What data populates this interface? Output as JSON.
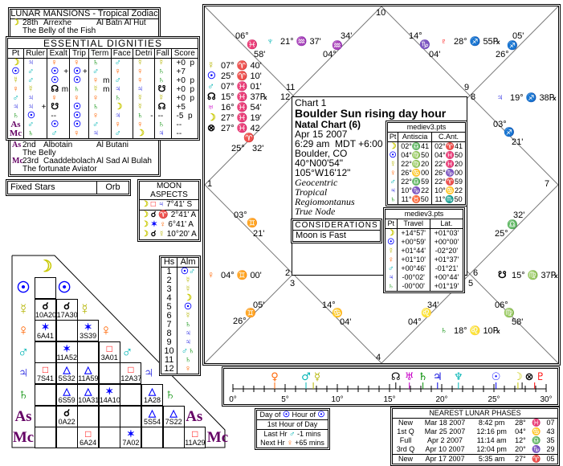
{
  "glyphs": {
    "moon": "☽",
    "sun": "☉",
    "mercury": "☿",
    "venus": "♀",
    "mars": "♂",
    "jupiter": "♃",
    "saturn": "♄",
    "uranus": "♅",
    "neptune": "♆",
    "pluto": "♇",
    "node": "☊",
    "snode": "☋",
    "fortune": "⊗",
    "as": "As",
    "mc": "Mc",
    "conj": "☌",
    "square": "□",
    "sextile": "✶",
    "trine": "△"
  },
  "colors": {
    "moon": "#c8c800",
    "sun": "#0000ff",
    "mercury": "#b4b400",
    "venus": "#ff6400",
    "mars": "#00b4b4",
    "jupiter": "#0000dc",
    "saturn": "#008c00",
    "uranus": "#c800c8",
    "neptune": "#00b4b4",
    "pluto": "#ff0000",
    "node": "#000000",
    "snode": "#000000",
    "fortune": "#000000",
    "as": "#640064",
    "mc": "#640064",
    "conj": "#000000",
    "square": "#ff0000",
    "sextile": "#0000ff",
    "trine": "#0000ff"
  },
  "lunar_mansions": {
    "title": "LUNAR MANSIONS - Tropical Zodiac",
    "rows": [
      {
        "pt": "moon",
        "num": "28th",
        "name": "Arrexhe",
        "arabic": "Al Batn Al Hut",
        "meaning": "The Belly of the Fish"
      },
      {
        "pt": "as",
        "num": "2nd",
        "name": "Albotain",
        "arabic": "Al Butani",
        "meaning": "The Belly"
      },
      {
        "pt": "mc",
        "num": "23rd",
        "name": "Caaddebolach",
        "arabic": "Al Sad Al Bulah",
        "meaning": "The fortunate Aviator"
      }
    ]
  },
  "dignities": {
    "title": "ESSENTIAL DIGNITIES",
    "headers": [
      "Pt",
      "Ruler",
      "Exalt",
      "Trip",
      "Term",
      "Face",
      "Detri",
      "Fall",
      "Score"
    ],
    "rows": [
      {
        "pt": "moon",
        "cells": [
          "jupiter",
          "venus",
          "venus",
          "saturn",
          "mars",
          "mercury",
          "mercury"
        ],
        "marks": [
          "",
          "",
          "",
          "",
          "",
          "",
          ""
        ],
        "score": "+0  p"
      },
      {
        "pt": "sun",
        "cells": [
          "mars",
          "sun",
          "sun",
          "mars",
          "venus",
          "venus",
          "saturn"
        ],
        "marks": [
          "",
          "+",
          "+",
          "",
          "",
          "",
          ""
        ],
        "score": "+7"
      },
      {
        "pt": "mercury",
        "cells": [
          "mars",
          "sun",
          "sun",
          "venus",
          "mars",
          "venus",
          "saturn"
        ],
        "marks": [
          "",
          "",
          "",
          "m",
          "",
          "",
          ""
        ],
        "score": "+0  p"
      },
      {
        "pt": "venus",
        "cells": [
          "mercury",
          "node",
          "saturn",
          "mercury",
          "jupiter",
          "jupiter",
          "snode"
        ],
        "marks": [
          "",
          "m",
          "",
          "m",
          "",
          "",
          ""
        ],
        "score": "+0  p"
      },
      {
        "pt": "mars",
        "cells": [
          "jupiter",
          "venus",
          "venus",
          "venus",
          "saturn",
          "mercury",
          "mercury"
        ],
        "marks": [
          "",
          "",
          "",
          "",
          "",
          "",
          ""
        ],
        "score": "+0  p"
      },
      {
        "pt": "jupiter",
        "cells": [
          "jupiter",
          "snode",
          "sun",
          "saturn",
          "moon",
          "mercury",
          "node"
        ],
        "marks": [
          "+",
          "",
          "",
          "",
          "",
          "",
          ""
        ],
        "score": "+5"
      },
      {
        "pt": "saturn",
        "cells": [
          "sun",
          "--",
          "sun",
          "venus",
          "jupiter",
          "saturn",
          "--"
        ],
        "marks": [
          "",
          "",
          "",
          "",
          "",
          "-",
          ""
        ],
        "score": "-5  p"
      },
      {
        "pt": "as",
        "cells": [
          "mars",
          "sun",
          "sun",
          "mars",
          "venus",
          "venus",
          "saturn"
        ],
        "marks": [
          "",
          "",
          "",
          "",
          "",
          "",
          ""
        ],
        "score": "--"
      },
      {
        "pt": "mc",
        "cells": [
          "saturn",
          "mars",
          "venus",
          "jupiter",
          "mars",
          "moon",
          "jupiter"
        ],
        "marks": [
          "",
          "",
          "",
          "",
          "",
          "",
          ""
        ],
        "score": "--"
      }
    ]
  },
  "fixed_stars": {
    "label": "Fixed Stars",
    "orb": "Orb"
  },
  "moon_aspects": {
    "title": "MOON ASPECTS",
    "rows": [
      {
        "asp": "square",
        "pt": "jupiter",
        "val": "7°41' S"
      },
      {
        "asp": "conj",
        "pt": "aries",
        "sign": "♈",
        "val": "2°41' A"
      },
      {
        "asp": "sextile",
        "pt": "venus",
        "val": "6°41' A"
      },
      {
        "asp": "conj",
        "pt": "mercury",
        "val": "10°20' A"
      }
    ]
  },
  "chart": {
    "houses": [
      "1",
      "2",
      "3",
      "4",
      "5",
      "6",
      "7",
      "8",
      "9",
      "10",
      "11",
      "12"
    ],
    "cusps": {
      "c11": [
        "06°",
        "♓",
        "58'"
      ],
      "c10": [
        "04°",
        "♒",
        "34'"
      ],
      "c10b": [
        "14°",
        "♑",
        "04'"
      ],
      "c9": [
        "26°",
        "♐",
        "05'"
      ],
      "c8": [
        "03°",
        "♐",
        "21'"
      ],
      "c12": [
        "25°",
        "♈",
        "32'"
      ],
      "c2": [
        "03°",
        "♊",
        "21'"
      ],
      "c3": [
        "26°",
        "♊",
        "05'"
      ],
      "c4": [
        "14°",
        "♋",
        "04'"
      ],
      "c5": [
        "04°",
        "♌",
        "34'"
      ],
      "c6": [
        "06°",
        "♍",
        "58'"
      ],
      "c7": [
        "25°",
        "♎",
        "32'"
      ]
    },
    "planets": [
      {
        "pt": "neptune",
        "pos": "21° ♒ 37'"
      },
      {
        "pt": "pluto",
        "pos": "28° ♐ 55℞"
      },
      {
        "pt": "mercury",
        "pos": "07° ♈ 40'"
      },
      {
        "pt": "sun",
        "pos": "25° ♈ 10'"
      },
      {
        "pt": "mars",
        "pos": "07° ♓ 01'"
      },
      {
        "pt": "node",
        "pos": "15° ♓ 37℞"
      },
      {
        "pt": "uranus",
        "pos": "16° ♓ 54'"
      },
      {
        "pt": "moon",
        "pos": "27° ♓ 19'"
      },
      {
        "pt": "fortune",
        "pos": "27° ♓ 42"
      },
      {
        "pt": "jupiter",
        "pos": "19° ♐ 38℞"
      },
      {
        "pt": "venus",
        "pos": "04° ♊ 00'"
      },
      {
        "pt": "snode",
        "pos": "15° ♍ 37℞"
      },
      {
        "pt": "saturn",
        "pos": "18° ♌ 10℞"
      }
    ]
  },
  "info": {
    "chart_no": "Chart 1",
    "title": "Boulder Sun rising day hour",
    "subtitle": "Natal Chart (6)",
    "date": "Apr 15 2007",
    "time": "6:29 am  MDT +6:00",
    "place": "Boulder, CO",
    "coords": "40°N00'54\" 105°W16'12\"",
    "lines": [
      "Geocentric",
      "Tropical",
      "Regiomontanus",
      "True Node"
    ]
  },
  "considerations": {
    "title": "CONSIDERATIONS",
    "items": [
      "Moon is Fast"
    ]
  },
  "antiscia": {
    "title": "mediev3.pts",
    "headers": [
      "Pt",
      "Antiscia",
      "C.Ant."
    ],
    "rows": [
      [
        "moon",
        "02°♎41",
        "02°♈41"
      ],
      [
        "sun",
        "04°♍50",
        "04°♓50"
      ],
      [
        "mercury",
        "22°♍20",
        "22°♓20"
      ],
      [
        "venus",
        "26°♋00",
        "26°♑00"
      ],
      [
        "mars",
        "22°♎59",
        "22°♈59"
      ],
      [
        "jupiter",
        "10°♑22",
        "10°♋22"
      ],
      [
        "saturn",
        "11°♉50",
        "11°♏50"
      ]
    ]
  },
  "travel": {
    "title": "mediev3.pts",
    "headers": [
      "Pt",
      "Travel",
      "Lat."
    ],
    "rows": [
      [
        "moon",
        "+14°57'",
        "+01°03'"
      ],
      [
        "sun",
        "+00°59'",
        "+00°00'"
      ],
      [
        "mercury",
        "+01°44'",
        "-02°20'"
      ],
      [
        "venus",
        "+01°10'",
        "+01°37'"
      ],
      [
        "mars",
        "+00°46'",
        "-01°21'"
      ],
      [
        "jupiter",
        "-00°02'",
        "+00°44'"
      ],
      [
        "saturn",
        "-00°00'",
        "+01°19'"
      ]
    ]
  },
  "aspect_grid": {
    "labels": [
      "moon",
      "sun",
      "mercury",
      "venus",
      "mars",
      "jupiter",
      "saturn",
      "as",
      "mc"
    ],
    "rows": [
      [
        [
          "",
          ""
        ]
      ],
      [
        [
          "conj",
          "10A20"
        ],
        [
          "conj",
          "17A30"
        ]
      ],
      [
        [
          "sextile",
          "6A41"
        ],
        [
          "",
          ""
        ],
        [
          "sextile",
          "3S39"
        ]
      ],
      [
        [
          "",
          ""
        ],
        [
          "sextile",
          "11A52"
        ],
        [
          "",
          ""
        ],
        [
          "square",
          "3A01"
        ]
      ],
      [
        [
          "square",
          "7S41"
        ],
        [
          "trine",
          "5S32"
        ],
        [
          "trine",
          "11A59"
        ],
        [
          "",
          ""
        ],
        [
          "square",
          "12A37"
        ]
      ],
      [
        [
          "",
          ""
        ],
        [
          "trine",
          "6S59"
        ],
        [
          "trine",
          "10A31"
        ],
        [
          "sextile",
          "14A10"
        ],
        [
          "",
          ""
        ],
        [
          "trine",
          "1A28"
        ]
      ],
      [
        [
          "",
          ""
        ],
        [
          "conj",
          "0A22"
        ],
        [
          "",
          ""
        ],
        [
          "",
          ""
        ],
        [
          "",
          ""
        ],
        [
          "trine",
          "5S54"
        ],
        [
          "trine",
          "7S22"
        ]
      ],
      [
        [
          "",
          ""
        ],
        [
          "",
          ""
        ],
        [
          "square",
          "6A24"
        ],
        [
          "",
          ""
        ],
        [
          "sextile",
          "7A02"
        ],
        [
          "",
          ""
        ],
        [
          "",
          ""
        ],
        [
          "square",
          "11A29"
        ]
      ]
    ]
  },
  "almutens": {
    "headers": [
      "Hs",
      "Alm"
    ],
    "rows": [
      [
        "1",
        [
          "sun",
          "mars"
        ]
      ],
      [
        "2",
        [
          "mercury"
        ]
      ],
      [
        "3",
        [
          "mercury"
        ]
      ],
      [
        "4",
        [
          "moon"
        ]
      ],
      [
        "5",
        [
          "sun"
        ]
      ],
      [
        "6",
        [
          "mercury"
        ]
      ],
      [
        "7",
        [
          "saturn"
        ]
      ],
      [
        "8",
        [
          "jupiter"
        ]
      ],
      [
        "9",
        [
          "jupiter"
        ]
      ],
      [
        "10",
        [
          "mars",
          "saturn"
        ]
      ],
      [
        "11",
        [
          "saturn"
        ]
      ],
      [
        "12",
        [
          "venus"
        ]
      ]
    ]
  },
  "degree_bar": {
    "ticks": [
      "0°",
      "5°",
      "10°",
      "15°",
      "20°",
      "25°",
      "30°"
    ],
    "planets": [
      [
        "venus",
        4.0
      ],
      [
        "mars",
        7.0
      ],
      [
        "mercury",
        7.7
      ],
      [
        "node",
        15.6
      ],
      [
        "uranus",
        16.9
      ],
      [
        "saturn",
        18.2
      ],
      [
        "jupiter",
        19.6
      ],
      [
        "neptune",
        21.6
      ],
      [
        "sun",
        25.2
      ],
      [
        "moon",
        27.3
      ],
      [
        "fortune",
        27.7
      ],
      [
        "pluto",
        28.9
      ]
    ]
  },
  "planetary_hour": {
    "day_label": "Day of",
    "hour_label": "Hour of",
    "day_pt": "sun",
    "hour_pt": "sun",
    "hour_of_day": "1st Hour of Day",
    "last_label": "Last Hr",
    "last_pt": "mars",
    "last_val": "-1 mins",
    "next_label": "Next Hr",
    "next_pt": "venus",
    "next_val": "+65 mins"
  },
  "lunar_phases": {
    "title": "NEAREST LUNAR PHASES",
    "rows": [
      [
        "New",
        "Mar 18 2007",
        "8:42 pm",
        "28°",
        "♓",
        "07"
      ],
      [
        "1st Q",
        "Mar 25 2007",
        "12:16 pm",
        "04°",
        "♋",
        "43"
      ],
      [
        "Full",
        "Apr 2 2007",
        "11:14 am",
        "12°",
        "♎",
        "35"
      ],
      [
        "3rd Q",
        "Apr 10 2007",
        "12:04 pm",
        "20°",
        "♑",
        "29"
      ],
      [
        "New",
        "Apr 17 2007",
        "5:35 am",
        "27°",
        "♈",
        "05"
      ]
    ]
  }
}
